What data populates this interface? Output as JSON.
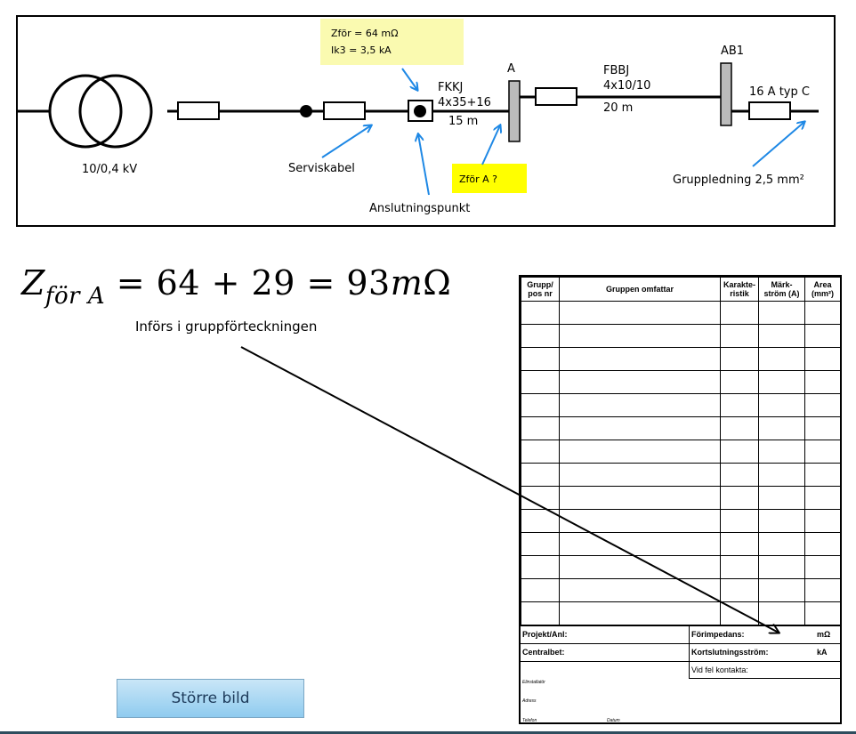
{
  "diagram": {
    "transformer_label": "10/0,4 kV",
    "service_cable_label": "Serviskabel",
    "callout_top": {
      "line1": "Zför = 64 mΩ",
      "line2": "Ik3 = 3,5 kA",
      "color": "#fafab0"
    },
    "connection_point_label": "Anslutningspunkt",
    "cable1": {
      "type": "FKKJ",
      "size": "4x35+16",
      "length": "15 m"
    },
    "node_a_label": "A",
    "callout_a": {
      "text": "Zför A ?",
      "color": "#ffff00"
    },
    "cable2": {
      "type": "FBBJ",
      "size": "4x10/10",
      "length": "20 m"
    },
    "node_ab1_label": "AB1",
    "fuse_label": "16 A typ C",
    "group_cable_label": "Gruppledning 2,5 mm²",
    "arrow_color": "#1e88e5"
  },
  "formula": {
    "lhs": "Z",
    "lhs_sub": "för A",
    "rhs": "= 64 + 29 = 93",
    "unit_m": "m",
    "unit_ohm": "Ω"
  },
  "note": "Införs i gruppförteckningen",
  "button_label": "Större bild",
  "form": {
    "headers": [
      "Grupp/ pos nr",
      "Gruppen omfattar",
      "Karakte- ristik",
      "Märk- ström (A)",
      "Area (mm²)"
    ],
    "project_label": "Projekt/Anl:",
    "central_label": "Centralbet:",
    "impedance_label": "Förimpedans:",
    "impedance_unit": "mΩ",
    "short_circuit_label": "Kortslutningsström:",
    "short_circuit_unit": "kA",
    "contact_label": "Vid fel kontakta:",
    "installer_label": "Elinstallatör",
    "address_label": "Adress",
    "phone_label": "Telefon",
    "date_label": "Datum"
  }
}
